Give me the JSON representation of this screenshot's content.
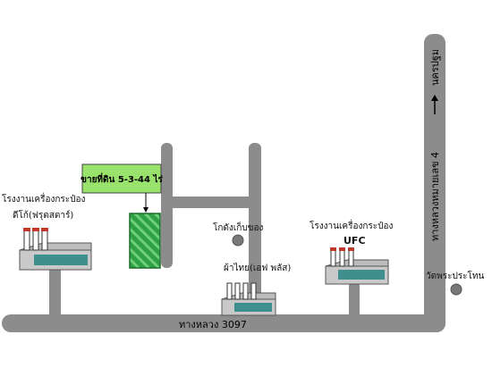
{
  "map": {
    "roads": {
      "main_road_label": "ทางหลวง 3097",
      "highway_label": "ทางหลวงหมายเลข 4",
      "direction_label": "นครปฐม"
    },
    "sale_plot": {
      "label": "ขายที่ดิน 5-3-44 ไร่",
      "label_fill": "#99e26b",
      "plot_fill": "#2fa043"
    },
    "landmarks": {
      "factory_left_line1": "โรงงานเครื่องกระป๋อง",
      "factory_left_line2": "ดีโก้(ฟรุตสตาร์)",
      "warehouse": "โกดังเก็บของ",
      "factory_center": "ผ้าไทย(เอฟ พลัส)",
      "factory_right_line1": "โรงงานเครื่องกระป๋อง",
      "factory_right_line2": "UFC",
      "temple": "วัดพระประโทน"
    },
    "colors": {
      "road": "#8c8c8c",
      "factory_body": "#c9c9c9",
      "factory_stripe": "#3f8f8f"
    }
  }
}
